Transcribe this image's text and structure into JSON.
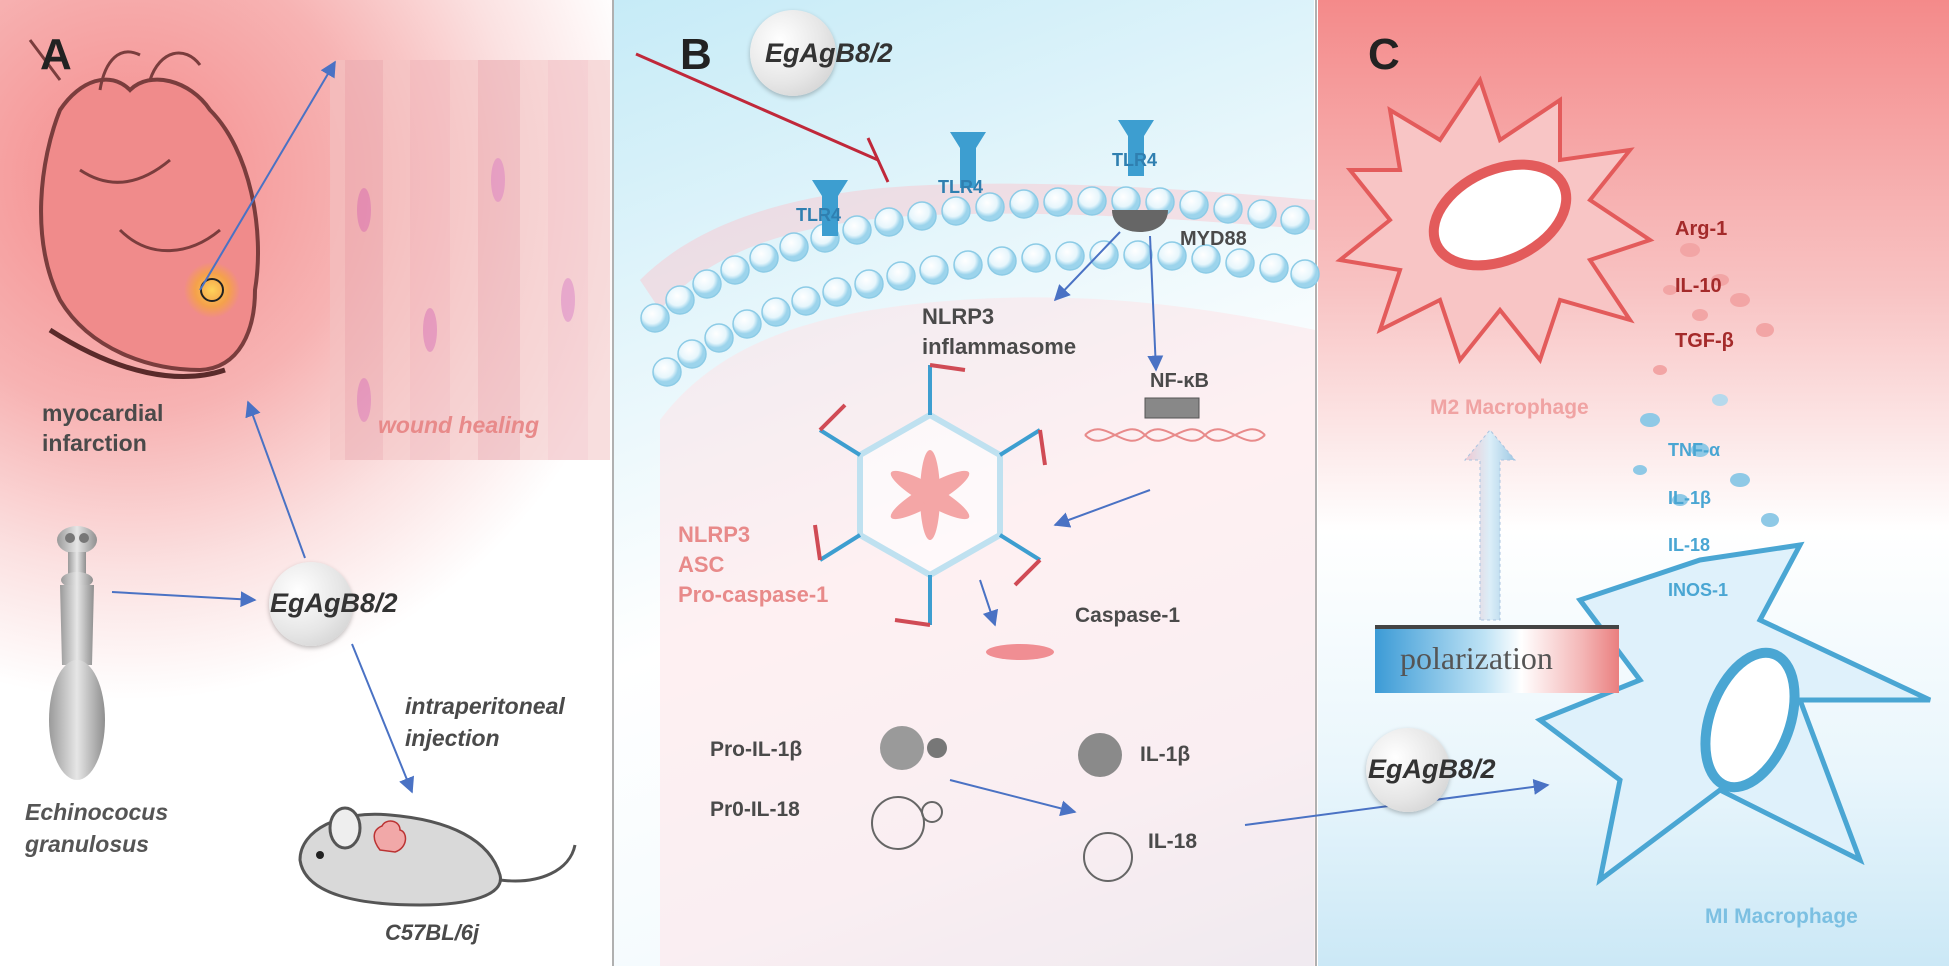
{
  "panel_a": {
    "letter": "A",
    "myocardial_infarction": [
      "myocardial",
      "infarction"
    ],
    "wound_healing": "wound healing",
    "agent": "EgAgB8/2",
    "parasite": [
      "Echinococus",
      "granulosus"
    ],
    "injection": [
      "intraperitoneal",
      "injection"
    ],
    "mouse_strain": "C57BL/6j"
  },
  "panel_b": {
    "letter": "B",
    "agent": "EgAgB8/2",
    "receptor": "TLR4",
    "adaptor": "MYD88",
    "inflammasome": [
      "NLRP3",
      "inflammasome"
    ],
    "transcription_factor": "NF-κB",
    "components": [
      "NLRP3",
      "ASC",
      "Pro-caspase-1"
    ],
    "caspase": "Caspase-1",
    "pro_il1b": "Pro-IL-1β",
    "pro_il18": "Pr0-IL-18",
    "il1b": "IL-1β",
    "il18": "IL-18"
  },
  "panel_c": {
    "letter": "C",
    "m2_markers": [
      "Arg-1",
      "IL-10",
      "TGF-β"
    ],
    "m2_label": "M2 Macrophage",
    "m1_markers": [
      "TNF-α",
      "IL-1β",
      "IL-18",
      "INOS-1"
    ],
    "m1_label": "MI Macrophage",
    "polarization": "polarization",
    "agent": "EgAgB8/2"
  },
  "colors": {
    "arrow": "#4a72c4",
    "inhibition": "#c0283a",
    "m2": "#e35b5b",
    "m1": "#4aa6d3"
  }
}
